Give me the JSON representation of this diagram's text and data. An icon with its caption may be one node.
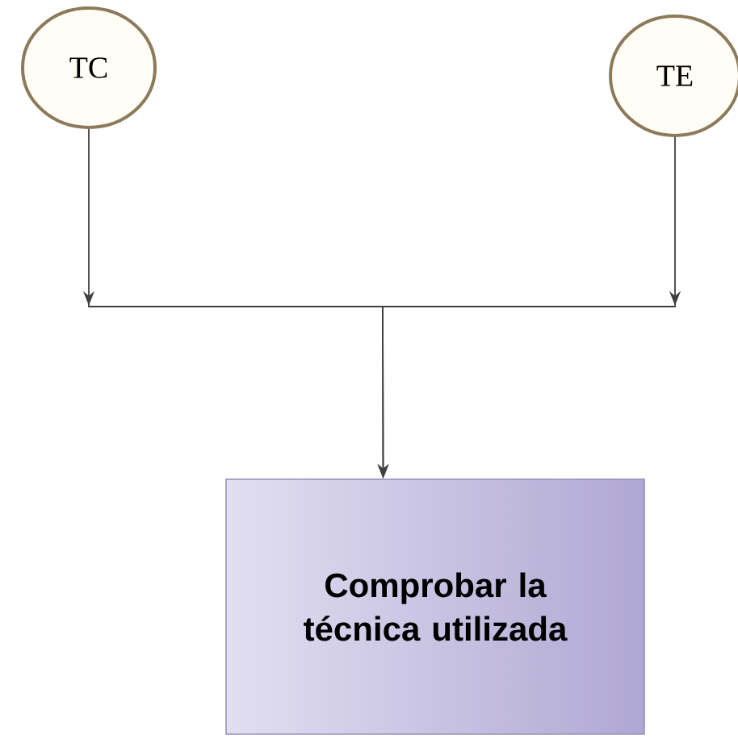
{
  "diagram": {
    "nodes": [
      {
        "text": [
          "TC"
        ]
      },
      {
        "text": [
          "TE"
        ]
      },
      {
        "text": [
          "Comprobar la técnica utilizada"
        ]
      }
    ],
    "edges": [
      {
        "from": 0,
        "to": 2,
        "arrow": "to"
      },
      {
        "from": 1,
        "to": 2,
        "arrow": "to"
      }
    ]
  }
}
